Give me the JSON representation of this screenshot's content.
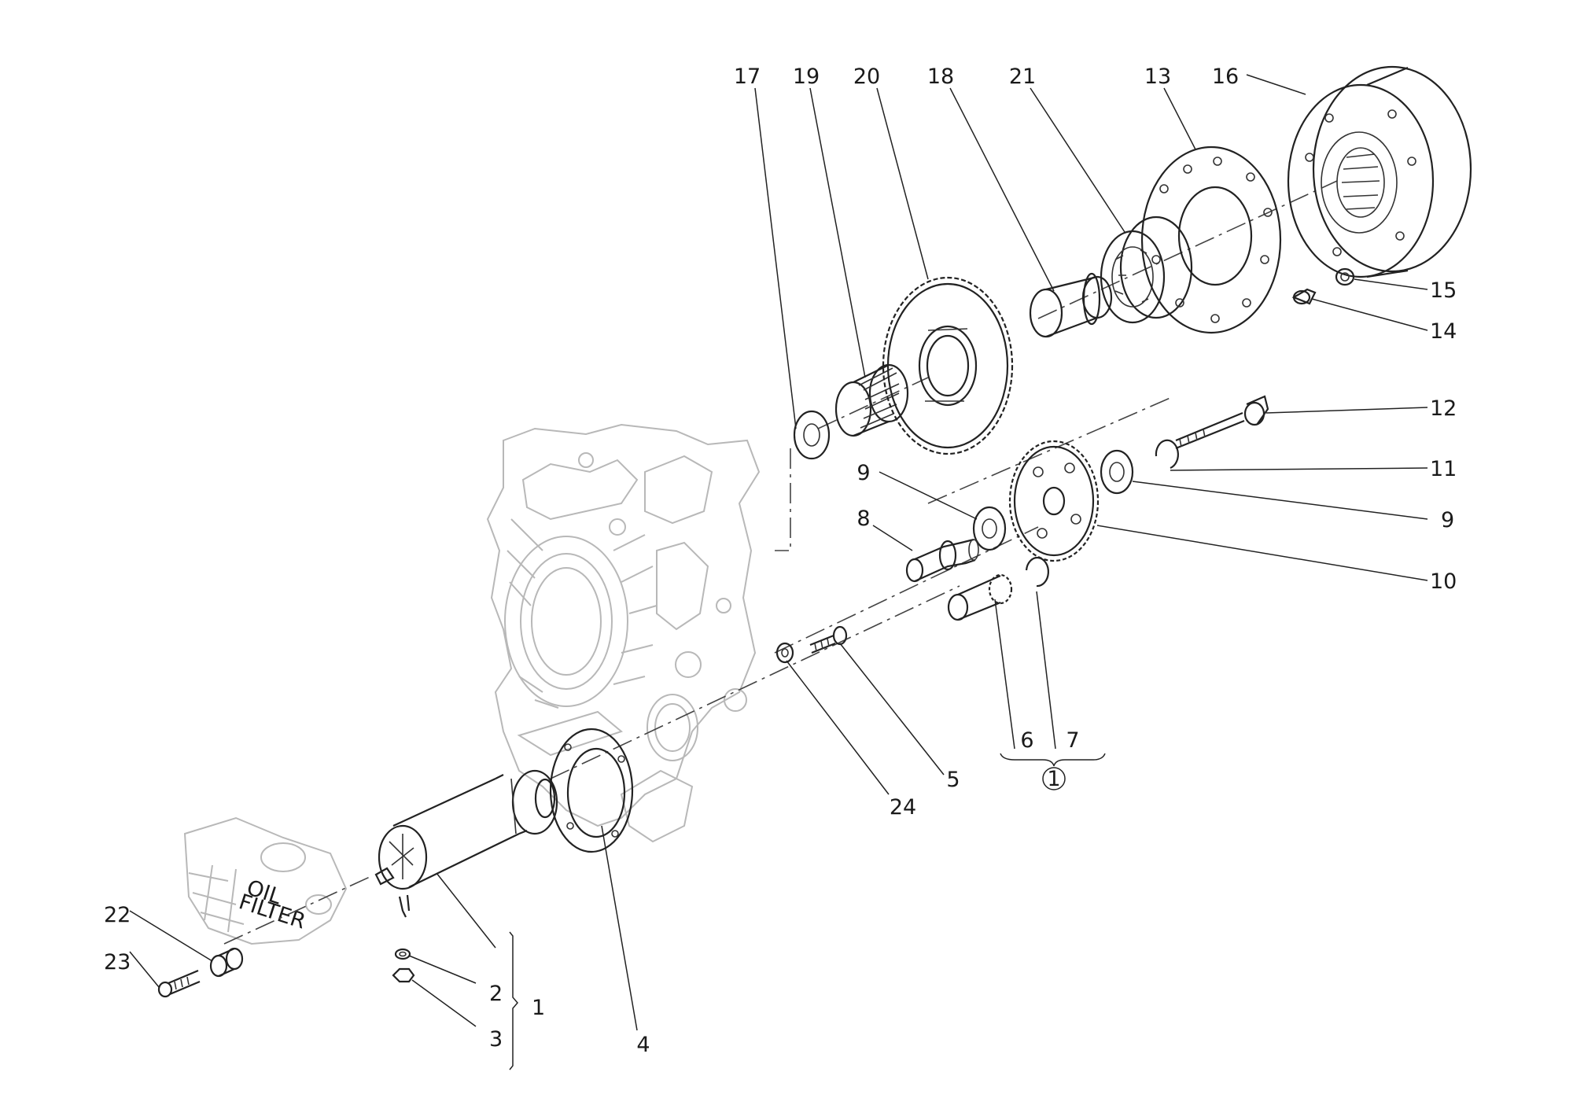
{
  "callouts": [
    {
      "id": "1",
      "text": "1"
    },
    {
      "id": "2",
      "text": "2"
    },
    {
      "id": "3",
      "text": "3"
    },
    {
      "id": "4",
      "text": "4"
    },
    {
      "id": "5",
      "text": "5"
    },
    {
      "id": "6",
      "text": "6"
    },
    {
      "id": "7",
      "text": "7"
    },
    {
      "id": "8",
      "text": "8"
    },
    {
      "id": "9a",
      "text": "9"
    },
    {
      "id": "9b",
      "text": "9"
    },
    {
      "id": "10",
      "text": "10"
    },
    {
      "id": "11",
      "text": "11"
    },
    {
      "id": "12",
      "text": "12"
    },
    {
      "id": "13",
      "text": "13"
    },
    {
      "id": "14",
      "text": "14"
    },
    {
      "id": "15",
      "text": "15"
    },
    {
      "id": "16",
      "text": "16"
    },
    {
      "id": "17",
      "text": "17"
    },
    {
      "id": "18",
      "text": "18"
    },
    {
      "id": "19",
      "text": "19"
    },
    {
      "id": "20",
      "text": "20"
    },
    {
      "id": "21",
      "text": "21"
    },
    {
      "id": "22",
      "text": "22"
    },
    {
      "id": "23",
      "text": "23"
    },
    {
      "id": "24",
      "text": "24"
    }
  ],
  "group_marker": {
    "text": "1"
  },
  "filter_label": {
    "line1": "OIL",
    "line2": "FILTER"
  }
}
